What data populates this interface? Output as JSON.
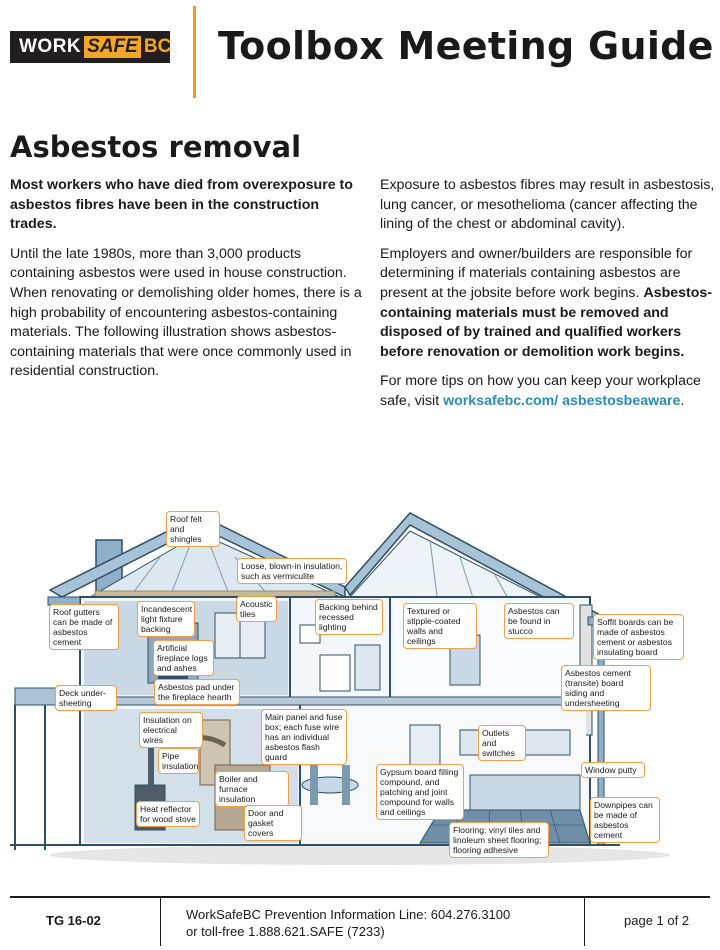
{
  "header": {
    "logo_work": "WORK",
    "logo_safe": "SAFE",
    "logo_bc": "BC",
    "guide_title": "Toolbox Meeting Guide"
  },
  "title": "Asbestos removal",
  "left_column": {
    "intro_bold": "Most workers who have died from overexposure to asbestos fibres have been in the construction trades.",
    "para1": "Until the late 1980s, more than 3,000 products containing asbestos were used in house construction.  When renovating or demolishing older homes, there is a high probability of encountering asbestos-containing materials. The following illustration shows asbestos-containing materials that were once commonly used in residential construction."
  },
  "right_column": {
    "para1": "Exposure to asbestos fibres may result in asbestosis, lung cancer, or mesothelioma (cancer affecting the lining of the chest or abdominal cavity).",
    "para2": "Employers and owner/builders are responsible for determining if materials containing asbestos are present at the jobsite before work begins.",
    "para2_bold": "Asbestos-containing materials must be removed and disposed of by trained and qualified workers before renovation or demolition work begins.",
    "para3_text": "For more tips on how you can keep your workplace safe, visit ",
    "para3_link": "worksafebc.com/ asbestosbeaware",
    "para3_end": "."
  },
  "callouts": [
    {
      "id": "roof-felt",
      "text": "Roof felt and shingles"
    },
    {
      "id": "loose-insulation",
      "text": "Loose, blown-in insulation, such as vermiculite"
    },
    {
      "id": "roof-gutters",
      "text": "Roof gutters can be made of asbestos cement"
    },
    {
      "id": "incandescent",
      "text": "Incandescent light fixture backing"
    },
    {
      "id": "acoustic-tiles",
      "text": "Acoustic tiles"
    },
    {
      "id": "backing-lighting",
      "text": "Backing behind recessed lighting"
    },
    {
      "id": "textured-walls",
      "text": "Textured or stipple-coated walls and ceilings"
    },
    {
      "id": "stucco",
      "text": "Asbestos can be found in stucco"
    },
    {
      "id": "soffit",
      "text": "Soffit boards can be made of asbestos cement or asbestos insulating board"
    },
    {
      "id": "fireplace-logs",
      "text": "Artificial fireplace logs and ashes"
    },
    {
      "id": "cement-siding",
      "text": "Asbestos cement (transite) board siding and undersheeting"
    },
    {
      "id": "deck",
      "text": "Deck under-sheeting"
    },
    {
      "id": "pad-hearth",
      "text": "Asbestos pad under the fireplace hearth"
    },
    {
      "id": "main-panel",
      "text": "Main panel and fuse box; each fuse wire has an individual asbestos flash guard"
    },
    {
      "id": "wire-insulation",
      "text": "Insulation on electrical wires"
    },
    {
      "id": "outlets",
      "text": "Outlets and switches"
    },
    {
      "id": "pipe-insulation",
      "text": "Pipe insulation"
    },
    {
      "id": "gypsum",
      "text": "Gypsum board filling compound, and patching and joint compound for walls and ceilings"
    },
    {
      "id": "window-putty",
      "text": "Window putty"
    },
    {
      "id": "boiler",
      "text": "Boiler and furnace insulation"
    },
    {
      "id": "downpipes",
      "text": "Downpipes can be made of asbestos cement"
    },
    {
      "id": "heat-reflector",
      "text": "Heat reflector for wood stove"
    },
    {
      "id": "door-gaskets",
      "text": "Door and gasket covers"
    },
    {
      "id": "flooring",
      "text": "Flooring: vinyl tiles and linoleum sheet flooring; flooring adhesive"
    }
  ],
  "footer": {
    "code": "TG 16-02",
    "info_line1": "WorkSafeBC Prevention Information Line: 604.276.3100",
    "info_line2": "or toll-free 1.888.621.SAFE (7233)",
    "page": "page 1 of 2"
  },
  "colors": {
    "accent_orange": "#f39c12",
    "link_blue": "#2a8ab8",
    "callout_border": "#f0a04b",
    "house_blue": "#5d8aa8"
  }
}
